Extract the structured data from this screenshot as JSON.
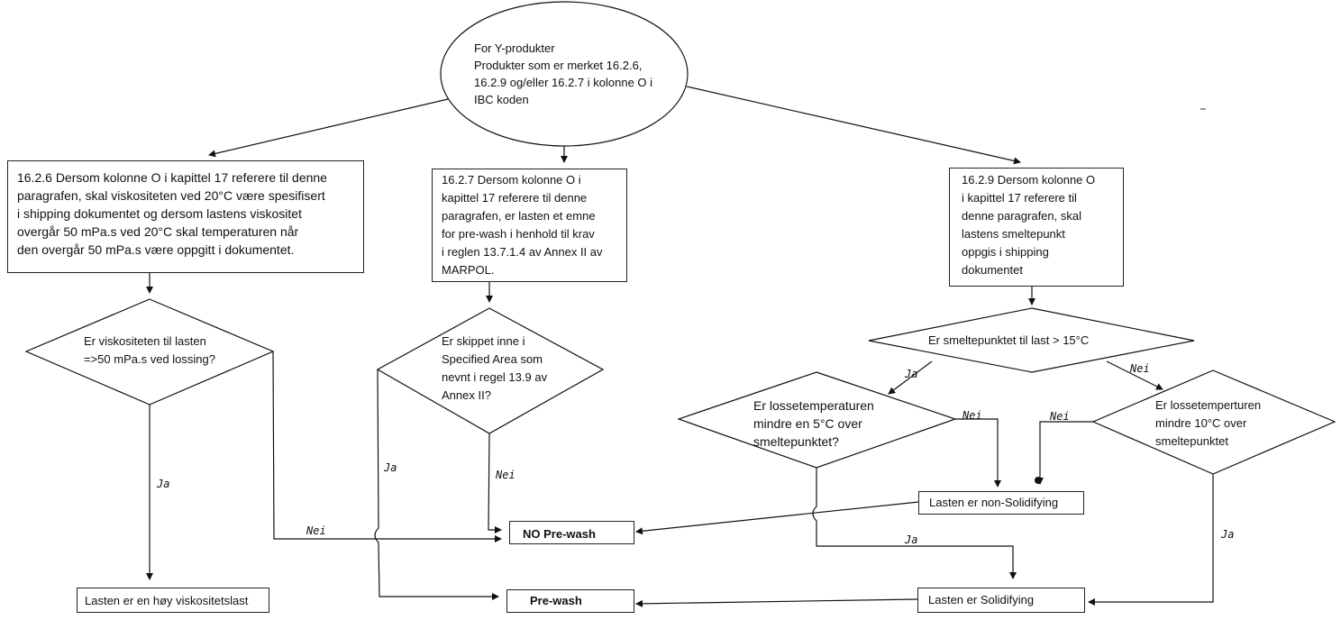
{
  "start": {
    "lines": [
      "For Y-produkter",
      "Produkter som er merket 16.2.6,",
      "16.2.9 og/eller 16.2.7 i kolonne O i",
      "IBC koden"
    ]
  },
  "box_1626": {
    "lines": [
      "16.2.6 Dersom kolonne O i kapittel 17 referere til denne",
      "paragrafen, skal viskositeten ved 20°C være spesifisert",
      "i shipping dokumentet og dersom lastens viskositet",
      "overgår 50 mPa.s ved 20°C skal temperaturen når",
      "den overgår 50 mPa.s være oppgitt i dokumentet."
    ]
  },
  "box_1627": {
    "lines": [
      "16.2.7  Dersom kolonne O i",
      "kapittel 17 referere til denne",
      "paragrafen, er lasten et emne",
      "for pre-wash i henhold til krav",
      "i reglen 13.7.1.4 av Annex II av",
      "MARPOL."
    ]
  },
  "box_1629": {
    "lines": [
      "16.2.9 Dersom kolonne O",
      "i kapittel 17 referere til",
      "denne paragrafen, skal",
      "lastens smeltepunkt",
      "oppgis i shipping",
      "dokumentet"
    ]
  },
  "q_viscosity": {
    "lines": [
      "Er viskositeten til lasten",
      "=>50 mPa.s ved lossing?"
    ]
  },
  "q_area": {
    "lines": [
      "Er skippet inne i",
      "Specified Area som",
      "nevnt i regel 13.9 av",
      "Annex II?"
    ]
  },
  "q_melt": {
    "lines": [
      "Er smeltepunktet til last > 15°C"
    ]
  },
  "q_unload5": {
    "lines": [
      "Er lossetemperaturen",
      "mindre en 5°C over",
      "smeltepunktet?"
    ]
  },
  "q_unload10": {
    "lines": [
      "Er lossetemperturen",
      "mindre 10°C over",
      "smeltepunktet"
    ]
  },
  "results": {
    "high_visc": "Lasten er en høy viskositetslast",
    "prewash": "Pre-wash",
    "no_prewash": "NO Pre-wash",
    "non_solid": "Lasten er non-Solidifying",
    "solid": "Lasten er Solidifying"
  },
  "edge_labels": {
    "ja_visc": "Ja",
    "nei_visc": "Nei",
    "ja_area": "Ja",
    "nei_area": "Nei",
    "ja_melt": "Ja",
    "nei_melt": "Nei",
    "nei_u5": "Nei",
    "nei_u10": "Nei",
    "ja_u5": "Ja",
    "ja_u10": "Ja"
  }
}
